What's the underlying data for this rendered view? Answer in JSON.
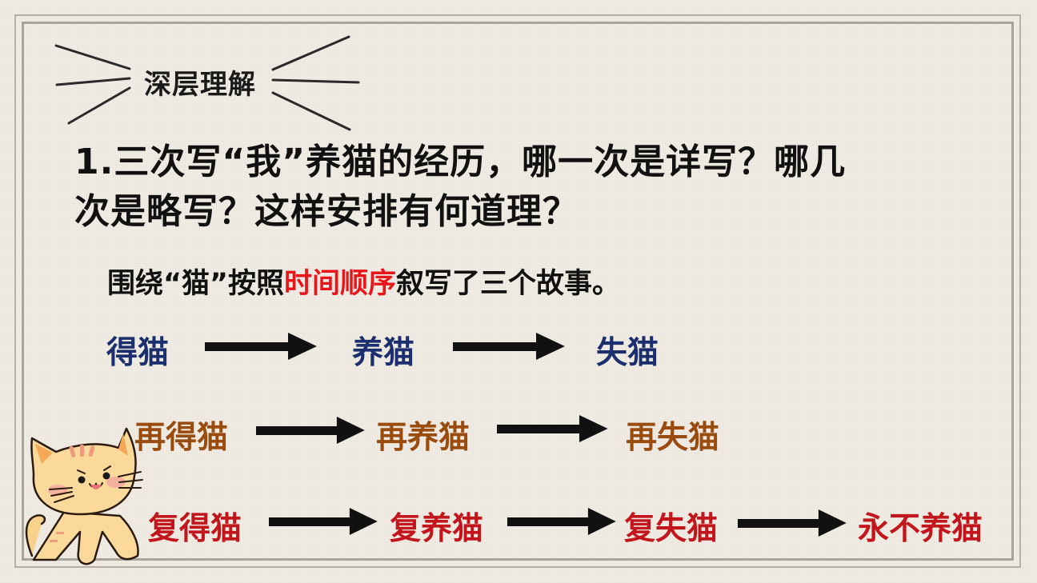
{
  "section": {
    "label": "深层理解"
  },
  "question": {
    "line1": "1.三次写“我”养猫的经历，哪一次是详写？哪几",
    "line2": "次是略写？这样安排有何道理？"
  },
  "summary": {
    "prefix": "围绕“猫”按照",
    "highlight": "时间顺序",
    "suffix": "叙写了三个故事。"
  },
  "flow": {
    "row1": [
      "得猫",
      "养猫",
      "失猫"
    ],
    "row2": [
      "再得猫",
      "再养猫",
      "再失猫"
    ],
    "row3": [
      "复得猫",
      "复养猫",
      "复失猫",
      "永不养猫"
    ]
  },
  "colors": {
    "row1": "#1b2f6e",
    "row2": "#9a4c0e",
    "row3": "#c3161c",
    "highlight": "#e8161b",
    "background": "#f1ede4"
  },
  "decoration": {
    "mascot": "cartoon-cat-icon"
  }
}
